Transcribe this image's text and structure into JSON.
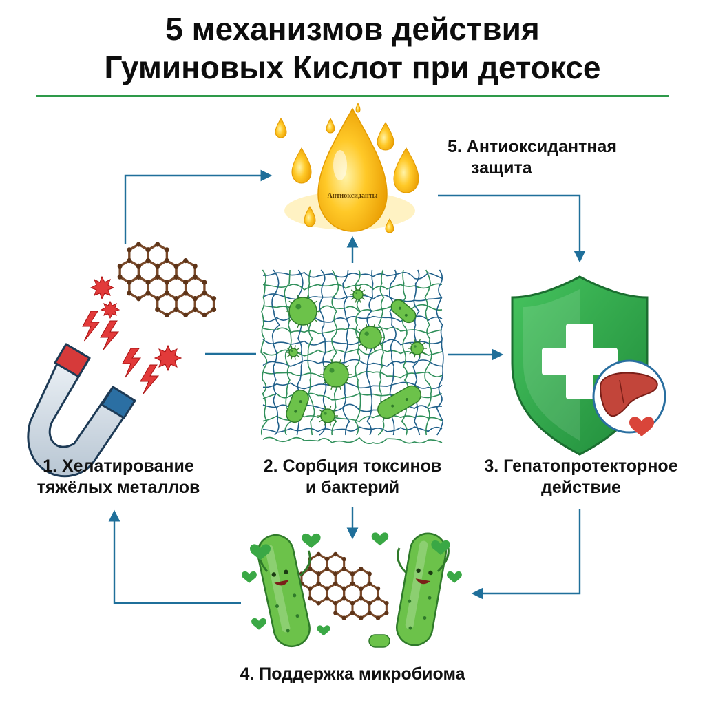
{
  "title": {
    "line1": "5 механизмов действия",
    "line2": "Гуминовых Кислот при детоксе"
  },
  "drop_label": "Антиоксиданты",
  "mechanisms": [
    {
      "line1": "1. Хелатирование",
      "line2": "тяжёлых металлов"
    },
    {
      "line1": "2. Сорбция токсинов",
      "line2": "и бактерий"
    },
    {
      "line1": "3. Гепатопротекторное",
      "line2": "действие"
    },
    {
      "line1": "4. Поддержка микробиома",
      "line2": ""
    },
    {
      "line1": "5. Антиоксидантная",
      "line2": "защита"
    }
  ],
  "colors": {
    "accent_green": "#2e9a4a",
    "arrow_blue": "#1f6f9a",
    "humic_brown": "#7a4a2a",
    "net_green": "#2f8f5a",
    "net_blue": "#1f5f8a",
    "microbe_green": "#6cc24a",
    "drop_gold": "#f5b400",
    "shield_green": "#2ea84a",
    "liver_red": "#c2453a",
    "magnet_red": "#d63a3a",
    "magnet_blue": "#2b6fa3"
  },
  "icons": [
    "magnet-icon",
    "humic-molecule-icon",
    "toxin-icon",
    "lightning-icon",
    "net-icon",
    "bacteria-icon",
    "antioxidant-drop-icon",
    "shield-icon",
    "cross-icon",
    "liver-icon",
    "heart-icon",
    "happy-microbe-icon"
  ]
}
